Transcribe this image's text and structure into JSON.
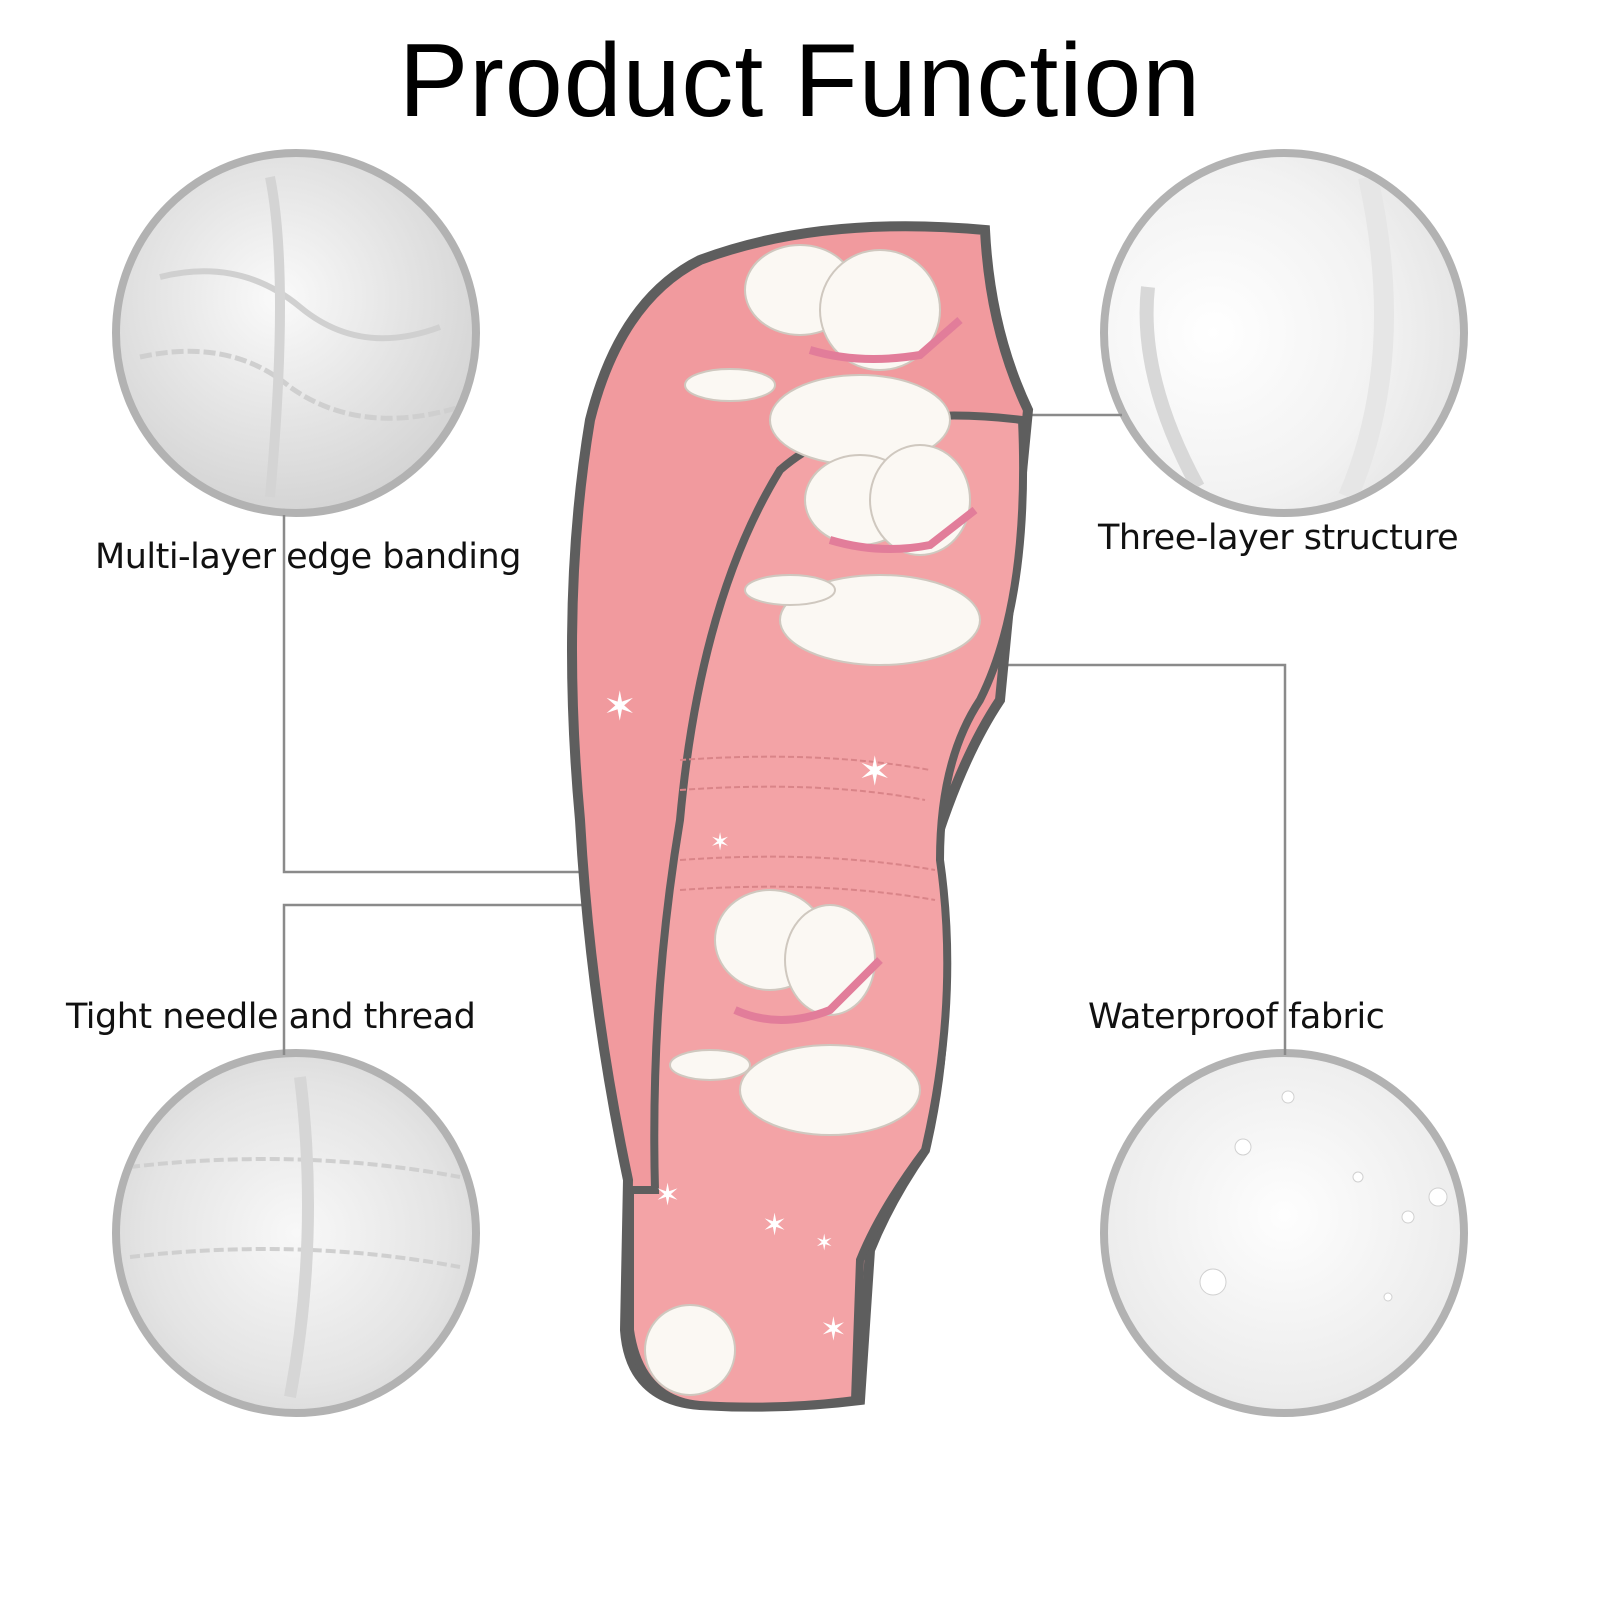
{
  "title": "Product Function",
  "features": [
    {
      "label": "Multi-layer edge banding"
    },
    {
      "label": "Three-layer structure"
    },
    {
      "label": "Tight needle and thread"
    },
    {
      "label": "Waterproof fabric"
    }
  ],
  "colors": {
    "pink": "#f19a9e",
    "trim": "#5e5e5e",
    "circle_border": "#b2b2b2",
    "line": "#8a8a8a"
  }
}
